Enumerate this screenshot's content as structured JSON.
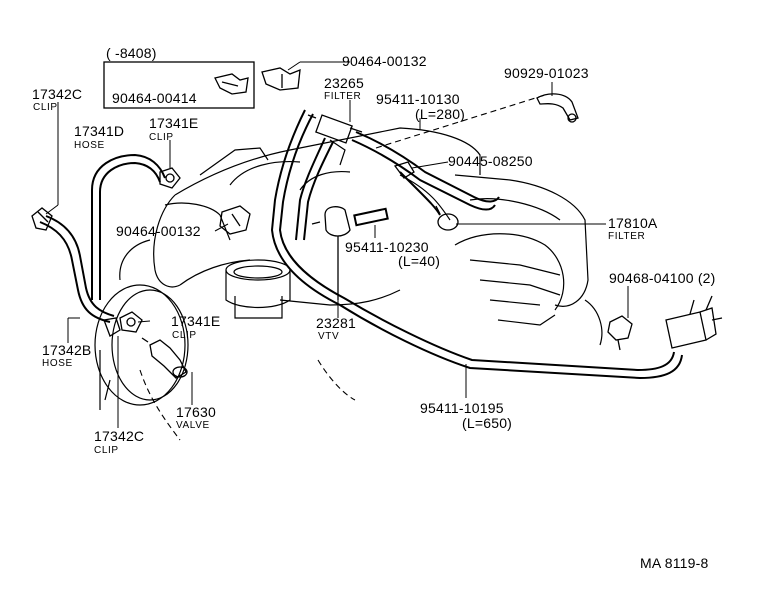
{
  "diagram_id": "MA 8119-8",
  "inset": {
    "range": "(      -8408)",
    "part": "90464-00414"
  },
  "parts": {
    "clip_17342c_top": {
      "number": "17342C",
      "name": "CLIP"
    },
    "hose_17341d": {
      "number": "17341D",
      "name": "HOSE"
    },
    "clip_17341e_top": {
      "number": "17341E",
      "name": "CLIP"
    },
    "clamp_90464_top": {
      "number": "90464-00132"
    },
    "filter_23265": {
      "number": "23265",
      "name": "FILTER"
    },
    "hose_95411_10130": {
      "number": "95411-10130",
      "length": "(L=280)"
    },
    "bracket_90929": {
      "number": "90929-01023"
    },
    "clamp_90445": {
      "number": "90445-08250"
    },
    "clamp_90464_mid": {
      "number": "90464-00132"
    },
    "filter_17810a": {
      "number": "17810A",
      "name": "FILTER"
    },
    "hose_95411_10230": {
      "number": "95411-10230",
      "length": "(L=40)"
    },
    "clamp_90468": {
      "number": "90468-04100 (2)"
    },
    "vtv_23281": {
      "number": "23281",
      "name": "VTV"
    },
    "clip_17341e_low": {
      "number": "17341E",
      "name": "CLIP"
    },
    "hose_17342b": {
      "number": "17342B",
      "name": "HOSE"
    },
    "valve_17630": {
      "number": "17630",
      "name": "VALVE"
    },
    "clip_17342c_low": {
      "number": "17342C",
      "name": "CLIP"
    },
    "hose_95411_10195": {
      "number": "95411-10195",
      "length": "(L=650)"
    }
  }
}
